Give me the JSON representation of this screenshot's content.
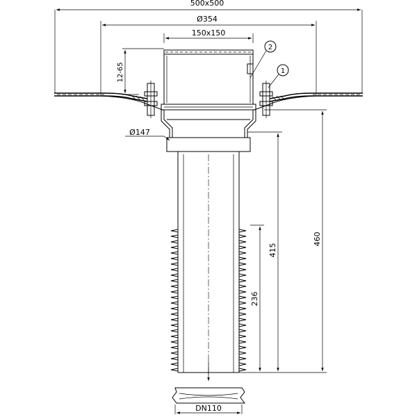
{
  "dimensions": {
    "overall_flange": "500x500",
    "flange_diameter": "Ø354",
    "top_grate": "150x150",
    "height_adjust": "12-65",
    "spigot_diameter": "Ø147",
    "total_height": "460",
    "body_height": "415",
    "ribbed_length": "236",
    "outlet": "DN110"
  },
  "callouts": [
    "2",
    "1"
  ]
}
